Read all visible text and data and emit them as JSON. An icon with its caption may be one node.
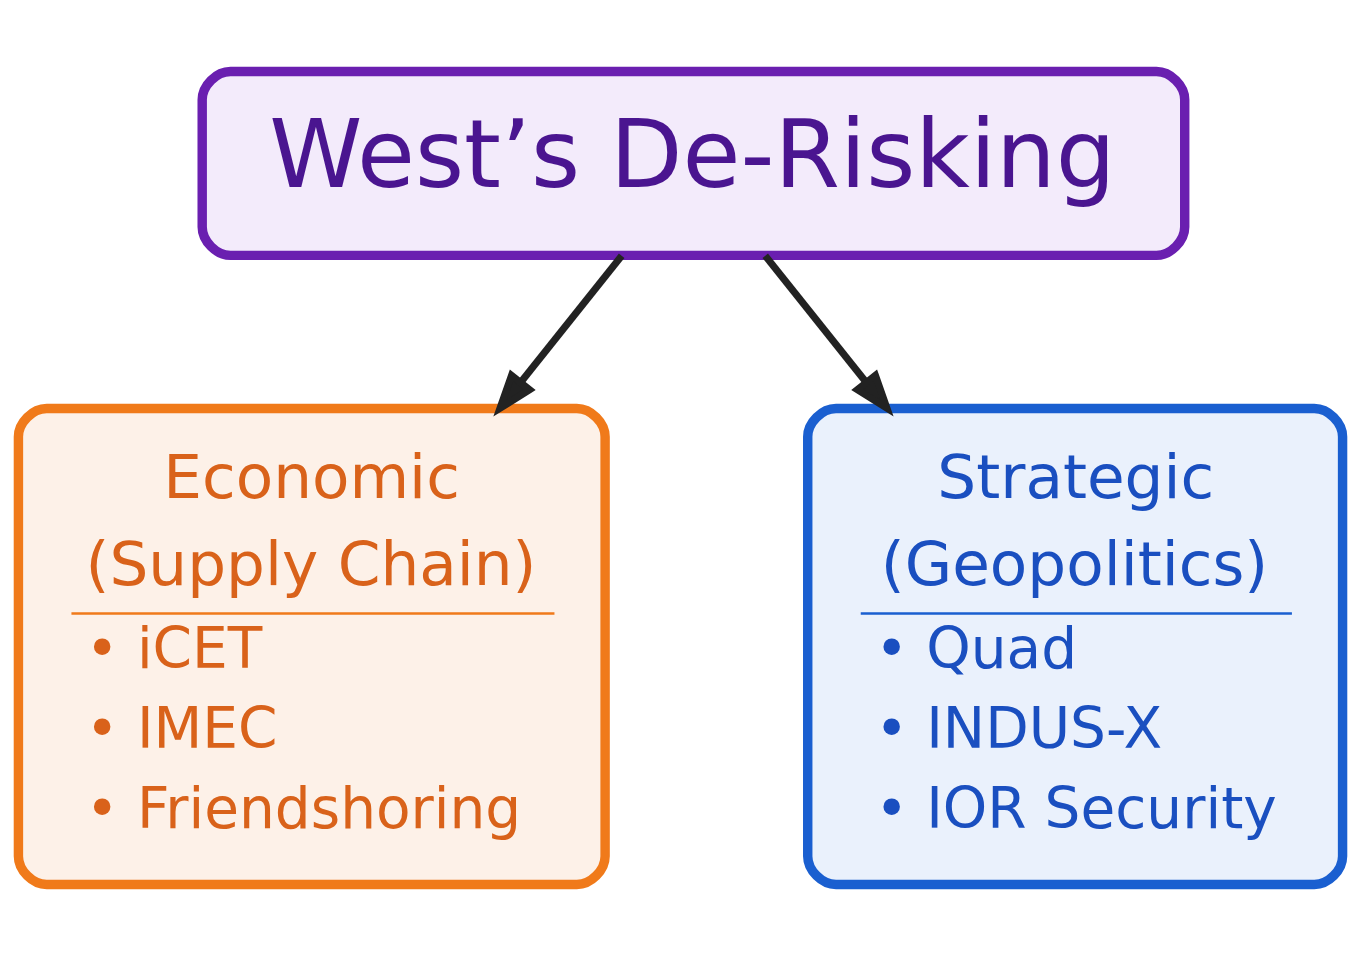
{
  "diagram": {
    "nodes": [
      {
        "text": [
          "West’s De-Risking"
        ]
      },
      {
        "text": [
          "Economic",
          "(Supply Chain)",
          "• iCET",
          "• IMEC",
          "• Friendshoring"
        ]
      },
      {
        "text": [
          "Strategic",
          "(Geopolitics)",
          "• Quad",
          "• INDUS-X",
          "• IOR Security"
        ]
      }
    ],
    "edges": [
      {
        "from": 0,
        "to": 1,
        "arrow": "to"
      },
      {
        "from": 0,
        "to": 2,
        "arrow": "to"
      }
    ]
  }
}
